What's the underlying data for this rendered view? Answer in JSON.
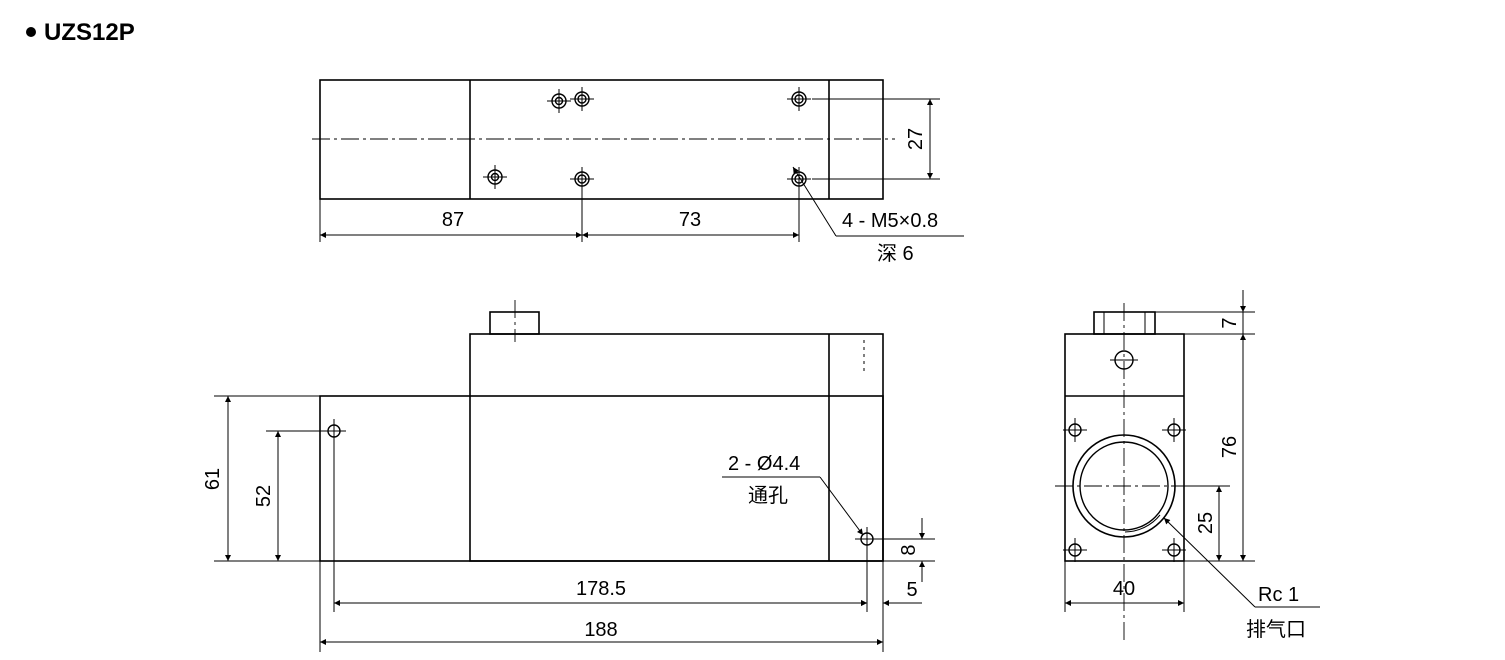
{
  "title": "UZS12P",
  "top_view": {
    "dims": {
      "d87": "87",
      "d73": "73",
      "d27": "27"
    },
    "note_thread": "4 - M5×0.8",
    "note_depth": "深 6"
  },
  "front_view": {
    "dims": {
      "d61": "61",
      "d52": "52",
      "d178": "178.5",
      "d188": "188",
      "d8": "8",
      "d5": "5"
    },
    "note_holes": "2 - Ø4.4",
    "note_through": "通孔"
  },
  "side_view": {
    "dims": {
      "d7": "7",
      "d76": "76",
      "d25": "25",
      "d40": "40"
    },
    "note_port": "Rc 1",
    "note_exhaust": "排气口"
  },
  "colors": {
    "line": "#000000",
    "background": "#ffffff"
  }
}
